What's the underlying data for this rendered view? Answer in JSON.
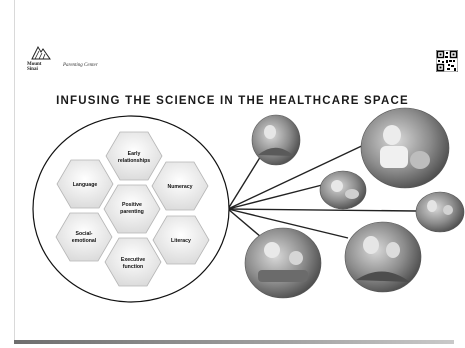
{
  "logo": {
    "name_line1": "Mount",
    "name_line2": "Sinai",
    "center": "Parenting Center"
  },
  "title": "INFUSING THE SCIENCE IN THE HEALTHCARE SPACE",
  "hexagons": {
    "center": {
      "line1": "Positive",
      "line2": "parenting"
    },
    "top": {
      "line1": "Early",
      "line2": "relationships"
    },
    "upper_left": {
      "line1": "Language"
    },
    "upper_right": {
      "line1": "Numeracy"
    },
    "lower_left": {
      "line1": "Social-",
      "line2": "emotional"
    },
    "lower_right": {
      "line1": "Literacy"
    },
    "bottom": {
      "line1": "Executive",
      "line2": "function"
    }
  },
  "icons": [
    "mountain-logo-icon",
    "qr-code-icon"
  ],
  "colors": {
    "text": "#1a1a1a",
    "hex_fill": "#f3f3f3",
    "photo_tone": "#8a8a8a"
  }
}
